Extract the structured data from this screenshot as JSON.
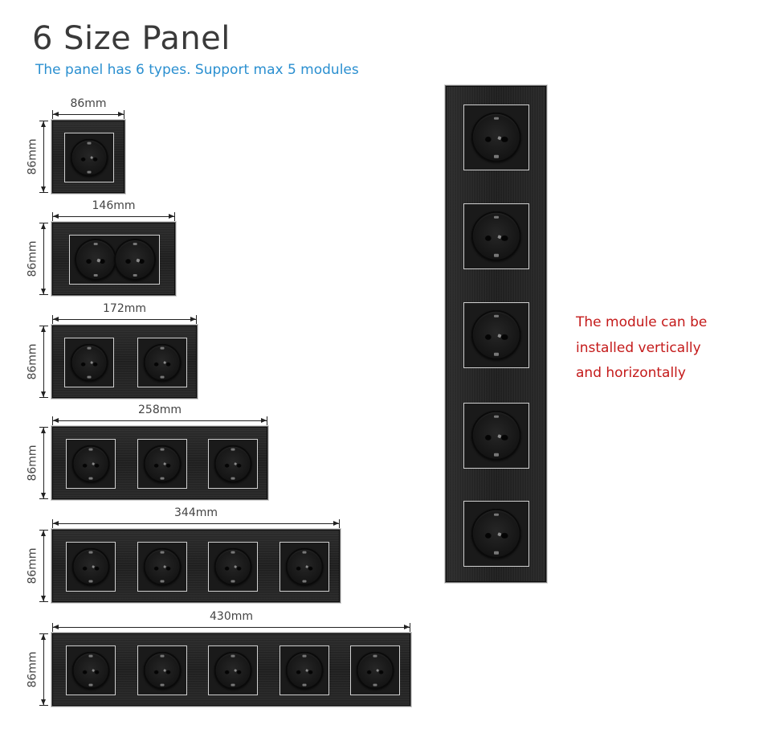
{
  "header": {
    "title": "6 Size Panel",
    "subtitle": "The panel has 6 types. Support max 5 modules"
  },
  "panels": [
    {
      "width_label": "86mm",
      "height_label": "86mm",
      "modules": 1
    },
    {
      "width_label": "146mm",
      "height_label": "86mm",
      "modules": 2
    },
    {
      "width_label": "172mm",
      "height_label": "86mm",
      "modules": 2
    },
    {
      "width_label": "258mm",
      "height_label": "86mm",
      "modules": 3
    },
    {
      "width_label": "344mm",
      "height_label": "86mm",
      "modules": 4
    },
    {
      "width_label": "430mm",
      "height_label": "86mm",
      "modules": 5
    }
  ],
  "vertical_panel": {
    "modules": 5
  },
  "note": {
    "line1": "The module can be",
    "line2": "installed vertically",
    "line3": "and horizontally"
  },
  "colors": {
    "title": "#3a3a3a",
    "subtitle": "#2a8fd0",
    "note": "#c41a1a",
    "panel": "#1f1f1f"
  }
}
